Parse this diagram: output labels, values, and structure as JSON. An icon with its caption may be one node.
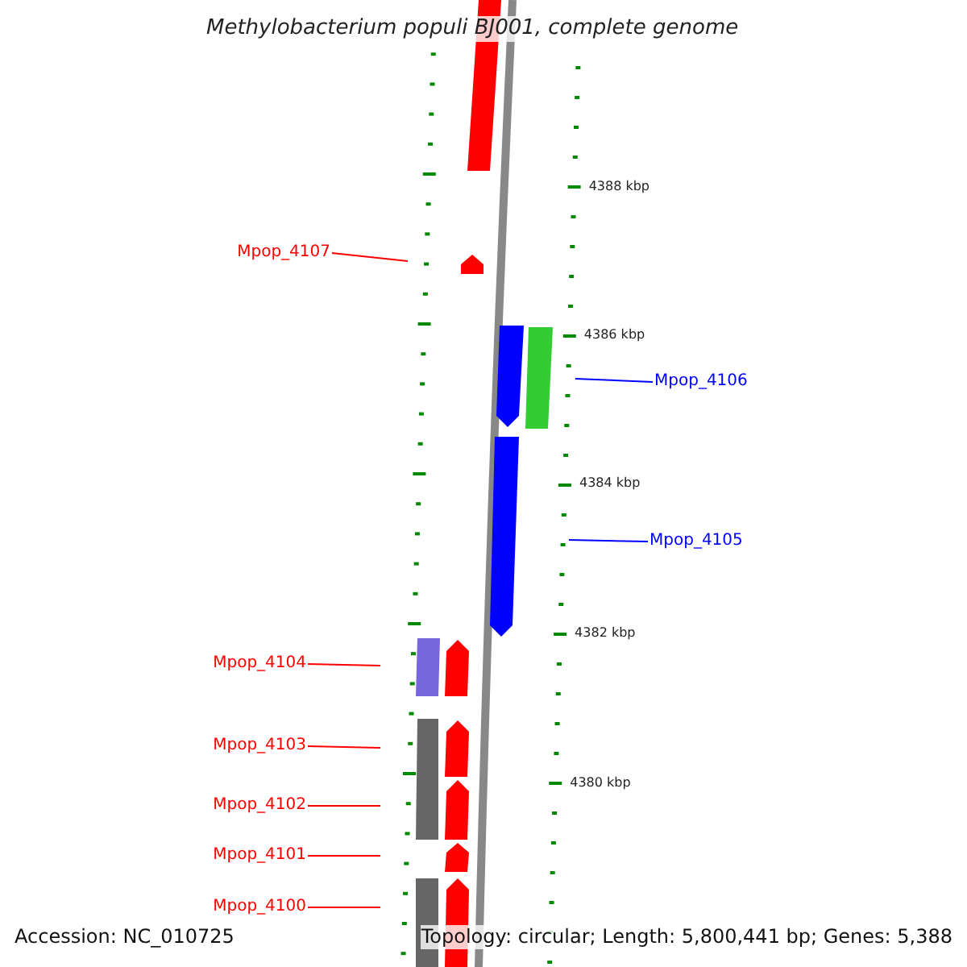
{
  "diagram": {
    "title": "Methylobacterium populi BJ001, complete genome",
    "nodes": [
      {
        "text": [
          "Mpop_4107"
        ]
      },
      {
        "text": [
          "Mpop_4106"
        ]
      },
      {
        "text": [
          "Mpop_4105"
        ]
      },
      {
        "text": [
          "Mpop_4104"
        ]
      },
      {
        "text": [
          "Mpop_4103"
        ]
      },
      {
        "text": [
          "Mpop_4102"
        ]
      },
      {
        "text": [
          "Mpop_4101"
        ]
      },
      {
        "text": [
          "Mpop_4100"
        ]
      }
    ],
    "edges": [
      {
        "from": 0,
        "to": null,
        "arrow": "none"
      },
      {
        "from": 1,
        "to": null,
        "arrow": "none",
        "color": "#0000ff"
      },
      {
        "from": 2,
        "to": null,
        "arrow": "none",
        "color": "#0000ff"
      },
      {
        "from": 3,
        "to": null,
        "arrow": "none"
      },
      {
        "from": 4,
        "to": null,
        "arrow": "none"
      },
      {
        "from": 5,
        "to": null,
        "arrow": "none"
      },
      {
        "from": 6,
        "to": null,
        "arrow": "none"
      },
      {
        "from": 7,
        "to": null,
        "arrow": "none"
      }
    ],
    "labels": [
      "4388 kbp",
      "4386 kbp",
      "4384 kbp",
      "4382 kbp",
      "4380 kbp",
      "Accession: NC_010725",
      "Topology: circular; Length: 5,800,441 bp; Genes: 5,388"
    ]
  }
}
